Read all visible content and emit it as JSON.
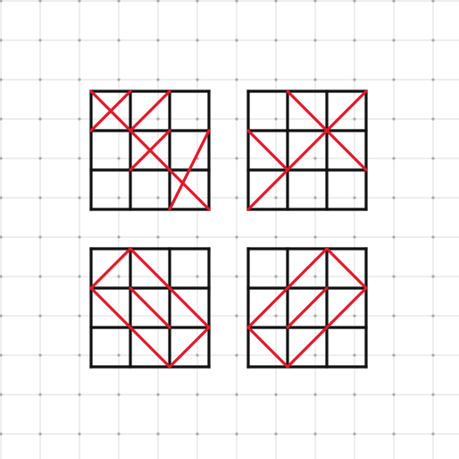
{
  "colors": {
    "background": "#ffffff",
    "bg_grid_line": "#dcdcdc",
    "bg_grid_dot": "#a8a8a8",
    "board_line": "#111111",
    "red_line": "#e0192a"
  },
  "board": {
    "cells_per_side": 3
  },
  "puzzles": [
    {
      "id": "top-left",
      "red_segments": [
        [
          0,
          0,
          2,
          2
        ],
        [
          1,
          2,
          2,
          1
        ],
        [
          1,
          0,
          0,
          1
        ],
        [
          2,
          0,
          1,
          1
        ],
        [
          2,
          2,
          3,
          3
        ],
        [
          2,
          3,
          3,
          1
        ]
      ]
    },
    {
      "id": "top-right",
      "red_segments": [
        [
          0,
          3,
          3,
          0
        ],
        [
          1,
          0,
          3,
          2
        ],
        [
          0,
          1,
          1,
          2
        ]
      ]
    },
    {
      "id": "bottom-left",
      "red_segments": [
        [
          0,
          1,
          1,
          0
        ],
        [
          1,
          0,
          3,
          2
        ],
        [
          0,
          1,
          2,
          3
        ],
        [
          2,
          3,
          3,
          2
        ],
        [
          1,
          1,
          2,
          2
        ]
      ]
    },
    {
      "id": "bottom-right",
      "red_segments": [
        [
          0,
          2,
          2,
          0
        ],
        [
          2,
          0,
          3,
          1
        ],
        [
          3,
          1,
          1,
          3
        ],
        [
          1,
          3,
          0,
          2
        ],
        [
          1,
          2,
          2,
          1
        ]
      ]
    }
  ]
}
